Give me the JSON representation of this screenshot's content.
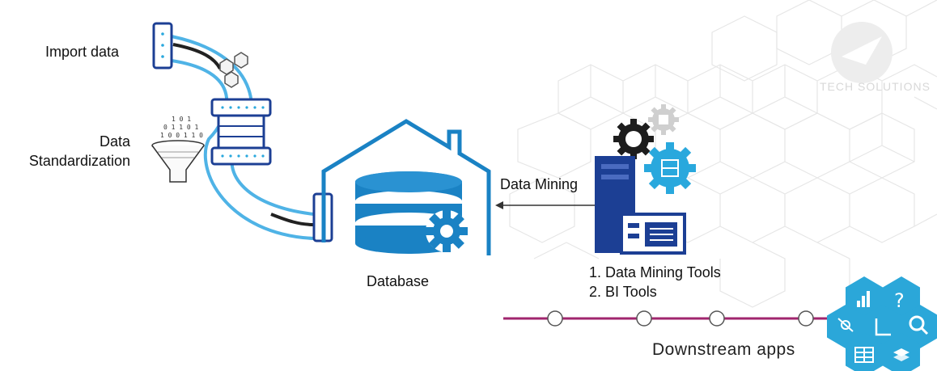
{
  "labels": {
    "import_data": "Import data",
    "data_line1": "Data",
    "data_line2": "Standardization",
    "data_mining": "Data Mining",
    "database": "Database",
    "tool1": "1. Data Mining Tools",
    "tool2": "2. BI Tools",
    "downstream": "Downstream apps",
    "watermark": "TECH SOLUTIONS"
  },
  "colors": {
    "blue": "#1a82c4",
    "light_blue": "#4fb3e6",
    "navy": "#1c3f94",
    "cyan": "#29a8dd",
    "magenta": "#a0256e",
    "gray": "#cfcfcf"
  },
  "icons": [
    "server-icon",
    "funnel-icon",
    "database-icon",
    "gear-icon",
    "question-icon",
    "search-icon",
    "chart-icon",
    "table-icon"
  ]
}
